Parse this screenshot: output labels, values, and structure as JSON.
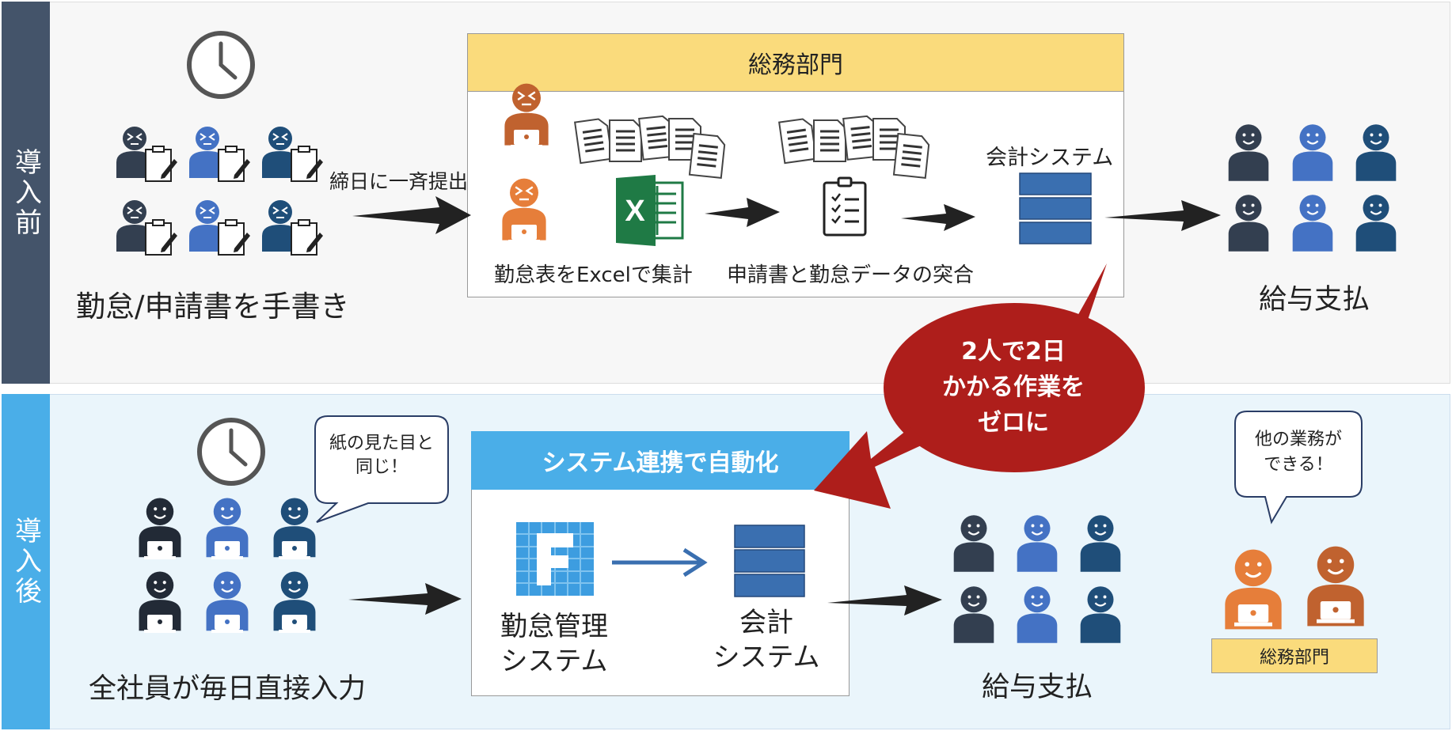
{
  "before": {
    "side_label": "導入前",
    "handwrite_caption": "勤怠/申請書を手書き",
    "submit_label": "締日に一斉提出",
    "dept_header": "総務部門",
    "excel_caption": "勤怠表をExcelで集計",
    "match_caption": "申請書と勤怠データの突合",
    "accounting_label": "会計システム",
    "payroll_caption": "給与支払"
  },
  "callout": {
    "line1": "2人で2日",
    "line2": "かかる作業を",
    "line3": "ゼロに"
  },
  "after": {
    "side_label": "導入後",
    "speech_employees": [
      "紙の見た目と",
      "同じ！"
    ],
    "input_caption": "全社員が毎日直接入力",
    "automation_header": "システム連携で自動化",
    "attendance_system": [
      "勤怠管理",
      "システム"
    ],
    "accounting_system": [
      "会計",
      "システム"
    ],
    "payroll_caption": "給与支払",
    "speech_dept": [
      "他の業務が",
      "できる！"
    ],
    "dept_tag": "総務部門"
  },
  "colors": {
    "before_bg": "#f7f7f7",
    "after_bg": "#eaf5fb",
    "before_sidebar": "#44546a",
    "after_sidebar": "#4aaee8",
    "dept_header": "#fadb7c",
    "automation_header": "#4aaee8",
    "callout": "#ae1e1b",
    "system_block": "#3a6fb0",
    "dark_person": "#333f50",
    "blue_person": "#4472c4",
    "navy_person": "#1f4e79",
    "orange_person": "#e67e3a",
    "excel_green": "#1f7a45"
  }
}
